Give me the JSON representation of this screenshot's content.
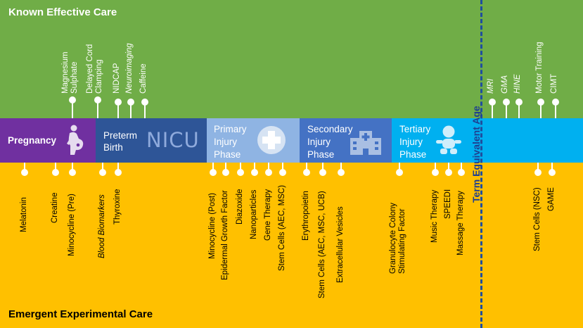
{
  "bands": {
    "top_label": "Known Effective Care",
    "bottom_label": "Emergent Experimental Care"
  },
  "colors": {
    "known_band": "#70AD47",
    "emergent_band": "#FFC000",
    "pregnancy": "#7030A0",
    "preterm": "#2E5597",
    "primary": "#8FB4E3",
    "secondary": "#4472C4",
    "tertiary": "#00B0F0",
    "after_term": "#00B0F0",
    "divider": "#1F4E9E"
  },
  "phases": {
    "pregnancy": "Pregnancy",
    "preterm": [
      "Preterm",
      "Birth"
    ],
    "nicu": "NICU",
    "primary": [
      "Primary",
      "Injury",
      "Phase"
    ],
    "secondary": [
      "Secondary",
      "Injury",
      "Phase"
    ],
    "tertiary": [
      "Tertiary",
      "Injury",
      "Phase"
    ]
  },
  "icons": {
    "pregnancy": "pregnant-woman-icon",
    "primary": "medical-cross-icon",
    "secondary": "hospital-icon",
    "tertiary": "baby-icon"
  },
  "term_label": "Term Equivalent Age",
  "known": {
    "magnesium": [
      "Magnesium",
      "Sulphate"
    ],
    "cord": [
      "Delayed Cord",
      "Clamping"
    ],
    "nidcap": "NIDCAP",
    "neuroimaging": "Neuroimaging",
    "caffeine": "Caffeine",
    "mri": "MRI",
    "gma": "GMA",
    "hine": "HINE",
    "motor": "Motor Training",
    "cimt": "CIMT"
  },
  "emergent": {
    "melatonin": "Melatonin",
    "creatine": "Creatine",
    "minocycline_pre": "Minocycline (Pre)",
    "blood_biomarkers": "Blood Biomarkers",
    "thyroxine": "Thyroxine",
    "minocycline_post": "Minocycline (Post)",
    "egf": "Epidermal Growth Factor",
    "diazoxide": "Diazoxide",
    "nanoparticles": "Nanoparticles",
    "gene_therapy": "Gene Therapy",
    "stem_aec_msc": "Stem Cells (AEC, MSC)",
    "erythropoietin": "Erythropoietin",
    "stem_aec_msc_ucb": "Stem Cells (AEC, MSC, UCB)",
    "vesicles": "Extracellular Vesicles",
    "gcsf": [
      "Granulocyte Colony",
      "Stimulating Factor"
    ],
    "music": "Music Therapy",
    "speedi": "SPEEDI",
    "massage": "Massage Therapy",
    "stem_nsc": "Stem Cells (NSC)",
    "game": "GAME"
  }
}
